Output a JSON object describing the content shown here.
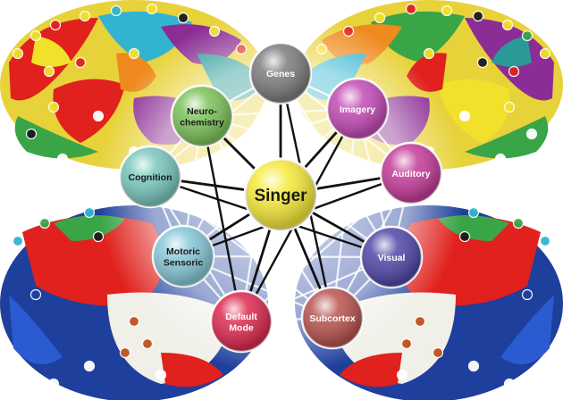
{
  "center": {
    "label": "Singer",
    "color": "#f6e93a"
  },
  "nodes": [
    {
      "id": "genes",
      "lines": [
        "Genes"
      ],
      "color": "#7d7d7d",
      "text_color": "light"
    },
    {
      "id": "imagery",
      "lines": [
        "Imagery"
      ],
      "color": "#c34bb5",
      "text_color": "light"
    },
    {
      "id": "auditory",
      "lines": [
        "Auditory"
      ],
      "color": "#c53c9a",
      "text_color": "light"
    },
    {
      "id": "visual",
      "lines": [
        "Visual"
      ],
      "color": "#5048a8",
      "text_color": "light"
    },
    {
      "id": "subcortex",
      "lines": [
        "Subcortex"
      ],
      "color": "#b8544f",
      "text_color": "light"
    },
    {
      "id": "default-mode",
      "lines": [
        "Default",
        "Mode"
      ],
      "color": "#dd2a4f",
      "text_color": "light"
    },
    {
      "id": "motoric-sensoric",
      "lines": [
        "Motoric",
        "Sensoric"
      ],
      "color": "#86c8d8",
      "text_color": "dark"
    },
    {
      "id": "cognition",
      "lines": [
        "Cognition"
      ],
      "color": "#79c7bd",
      "text_color": "dark"
    },
    {
      "id": "neurochemistry",
      "lines": [
        "Neuro-",
        "chemistry"
      ],
      "color": "#7cc35a",
      "text_color": "dark"
    }
  ],
  "brain_colors": {
    "red": "#e0211d",
    "yellow": "#f2e12a",
    "blue": "#1f3f9c",
    "purple": "#8b2d94",
    "cyan": "#32b4d0",
    "green": "#3aa547",
    "orange": "#ef8a1e",
    "teal": "#2a9a97"
  }
}
